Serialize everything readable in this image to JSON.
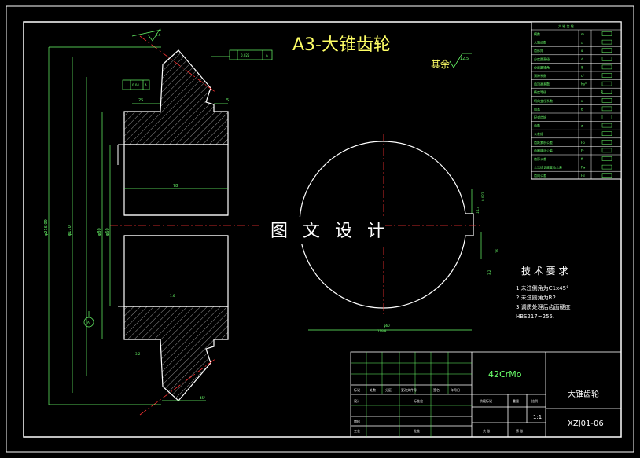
{
  "drawing": {
    "title": "A3-大锥齿轮",
    "roughness_rest_label": "其余",
    "roughness_rest_value": "12.5",
    "watermark": "图 文 设 计",
    "tech_requirements": {
      "heading": "技 术 要 求",
      "items": [
        "1.未注倒角为C1x45°",
        "2.未注圆角为R2.",
        "3.调质处理后齿面硬度",
        "HBS217~255."
      ]
    },
    "dimensions": {
      "left_outer": "φ216.09",
      "left_mid": "φ170",
      "left_inner1": "φ80",
      "left_inner2": "φ60",
      "hub_width": "25",
      "hub_right": "5",
      "bore_len": "78",
      "circle_width": "φ60",
      "circle_width2": "119.8",
      "keyway_depth": "14.3",
      "keyway_tol": "0.022",
      "keyway_width": "16",
      "right_small": "3.2",
      "roughness_top": "1.6",
      "roughness_bottom": "1.6",
      "roughness_left_bottom": "3.2",
      "gd_t_top": "0.025",
      "gd_t_left": "0.04",
      "angle_bottom": "45°",
      "datum": "A"
    },
    "gear_table": {
      "header": "大 锥 齿 轮",
      "rows": [
        {
          "name": "模数",
          "sym": "m",
          "val": ""
        },
        {
          "name": "大端齿数",
          "sym": "z",
          "val": ""
        },
        {
          "name": "齿形角",
          "sym": "α",
          "val": ""
        },
        {
          "name": "分度圆直径",
          "sym": "d",
          "val": ""
        },
        {
          "name": "分度圆锥角",
          "sym": "δ",
          "val": ""
        },
        {
          "name": "顶隙系数",
          "sym": "c*",
          "val": ""
        },
        {
          "name": "齿顶高系数",
          "sym": "ha*",
          "val": ""
        },
        {
          "name": "精度等级",
          "sym": "",
          "val": "8"
        },
        {
          "name": "切向变位系数",
          "sym": "x",
          "val": ""
        },
        {
          "name": "齿宽",
          "sym": "b",
          "val": ""
        },
        {
          "name": "配对齿轮",
          "sym": "",
          "val": ""
        },
        {
          "name": "齿数",
          "sym": "z",
          "val": ""
        },
        {
          "name": "公差组",
          "sym": "",
          "val": ""
        },
        {
          "name": "齿距累积公差",
          "sym": "Fp",
          "val": ""
        },
        {
          "name": "齿圈跳动公差",
          "sym": "Fr",
          "val": ""
        },
        {
          "name": "齿形公差",
          "sym": "ff",
          "val": ""
        },
        {
          "name": "公法线长度变动公差",
          "sym": "Fw",
          "val": ""
        },
        {
          "name": "齿向公差",
          "sym": "Fβ",
          "val": ""
        }
      ]
    },
    "title_block": {
      "material": "42CrMo",
      "part_name": "大锥齿轮",
      "drawing_no": "XZJ01-06",
      "scale": "1:1",
      "labels": {
        "mark": "标记",
        "count": "处数",
        "zone": "分区",
        "change_doc": "更改文件号",
        "sign": "签名",
        "date": "年月日",
        "designer": "设计",
        "standardize": "标准化",
        "stage_mark": "阶段标记",
        "weight": "重量",
        "ratio": "比例",
        "review": "审核",
        "process": "工艺",
        "approve": "批准",
        "sheets": "共 张",
        "sheet": "第 张"
      }
    }
  }
}
